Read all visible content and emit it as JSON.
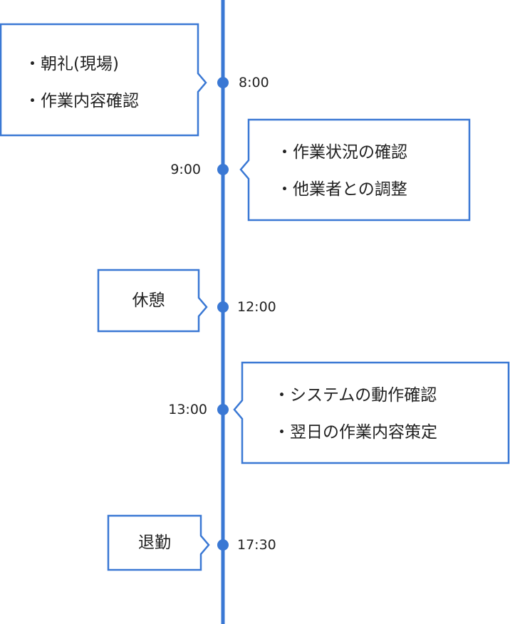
{
  "colors": {
    "accent": "#3a78d4",
    "text": "#222222",
    "background": "#ffffff"
  },
  "events": [
    {
      "time": "8:00",
      "lines": [
        "・朝礼(現場)",
        "・作業内容確認"
      ]
    },
    {
      "time": "9:00",
      "lines": [
        "・作業状況の確認",
        "・他業者との調整"
      ]
    },
    {
      "time": "12:00",
      "lines": [
        "休憩"
      ]
    },
    {
      "time": "13:00",
      "lines": [
        "・システムの動作確認",
        "・翌日の作業内容策定"
      ]
    },
    {
      "time": "17:30",
      "lines": [
        "退勤"
      ]
    }
  ]
}
